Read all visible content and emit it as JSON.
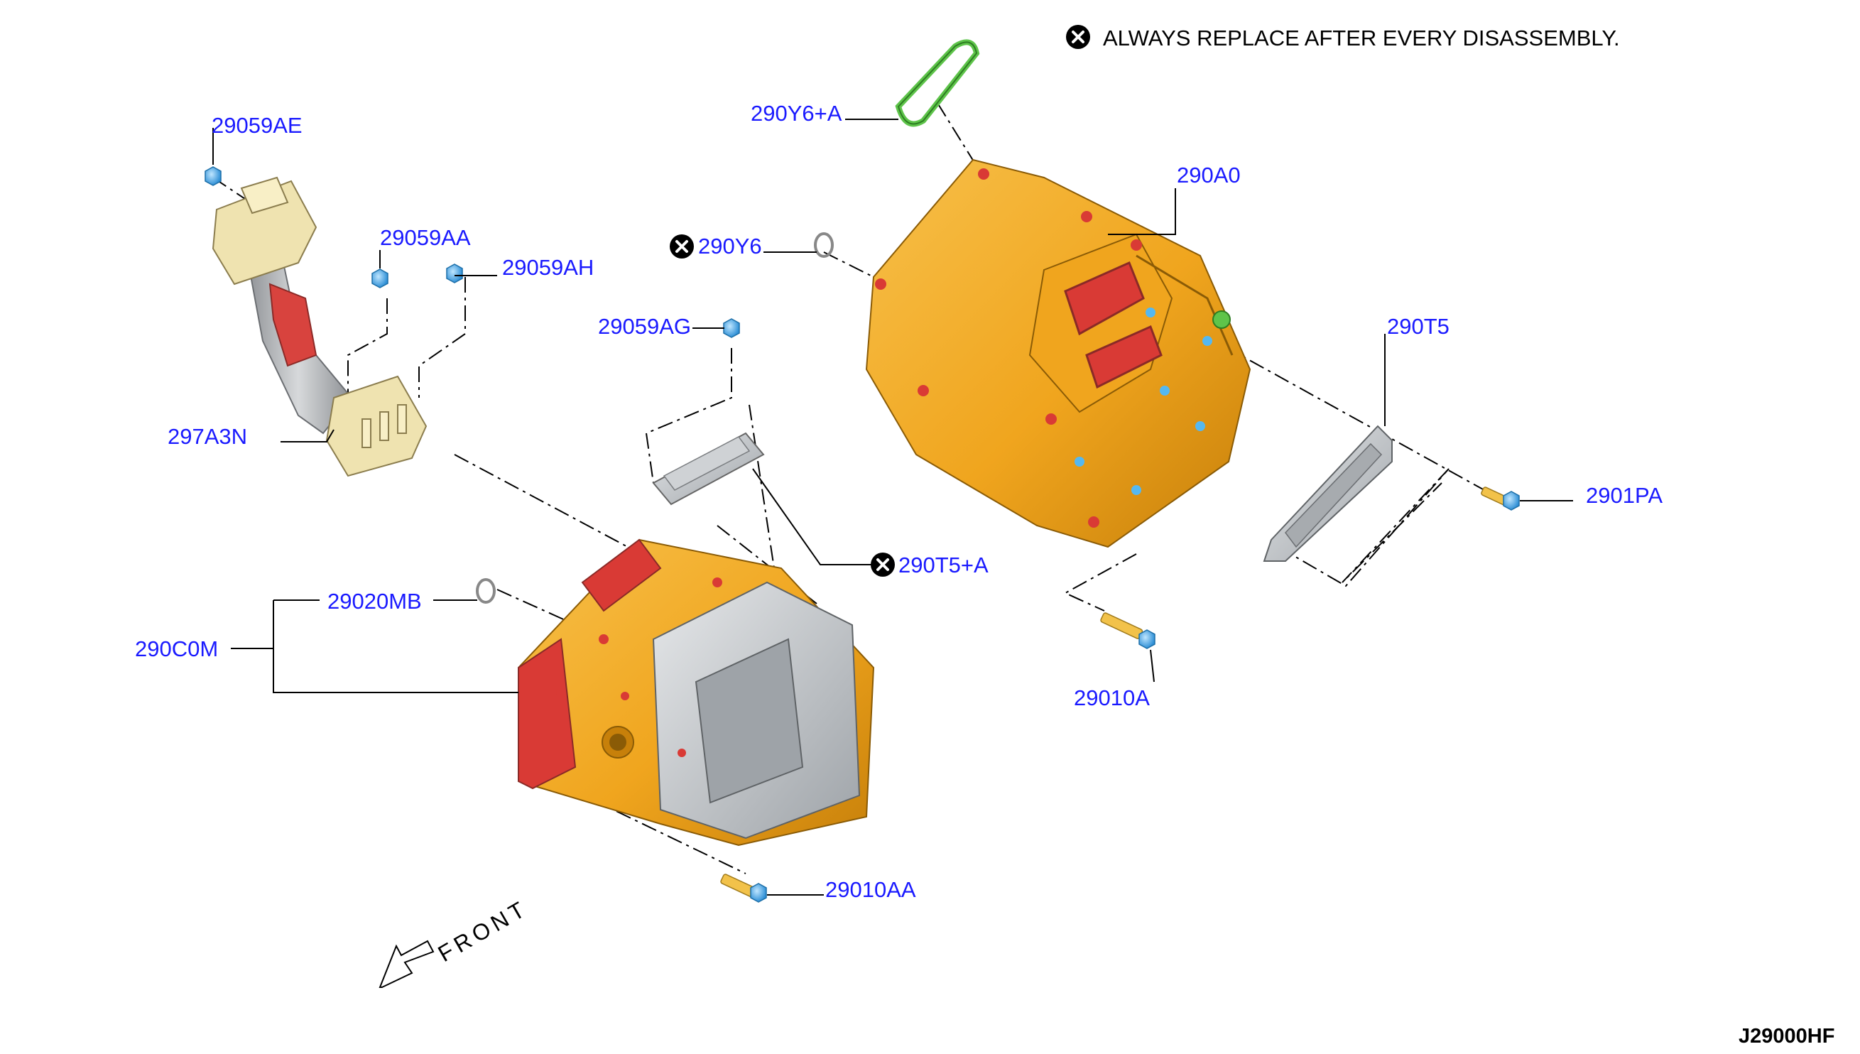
{
  "notice": {
    "icon": "circled-x-icon",
    "text": "ALWAYS REPLACE AFTER EVERY DISASSEMBLY."
  },
  "diagram_code": "J29000HF",
  "front_label": "FRONT",
  "part_labels": {
    "p29059AE": "29059AE",
    "p29059AA": "29059AA",
    "p29059AH": "29059AH",
    "p297A3N": "297A3N",
    "p29059AG": "29059AG",
    "p290Y6A": "290Y6+A",
    "p290Y6": "290Y6",
    "p290A0": "290A0",
    "p290T5": "290T5",
    "p2901PA": "2901PA",
    "p290T5A": "290T5+A",
    "p29010A": "29010A",
    "p29020MB": "29020MB",
    "p290C0M": "290C0M",
    "p29010AA": "29010AA"
  },
  "colors": {
    "label": "#1a1aff",
    "housing": "#f2a81c",
    "housing_dark": "#c7800a",
    "red_face": "#d93a35",
    "gray_part": "#b8bcc0",
    "gasket": "#5ec44a",
    "bolt": "#55b8f0",
    "bolt_shank": "#f2c24a",
    "connector": "#efe3b0"
  }
}
